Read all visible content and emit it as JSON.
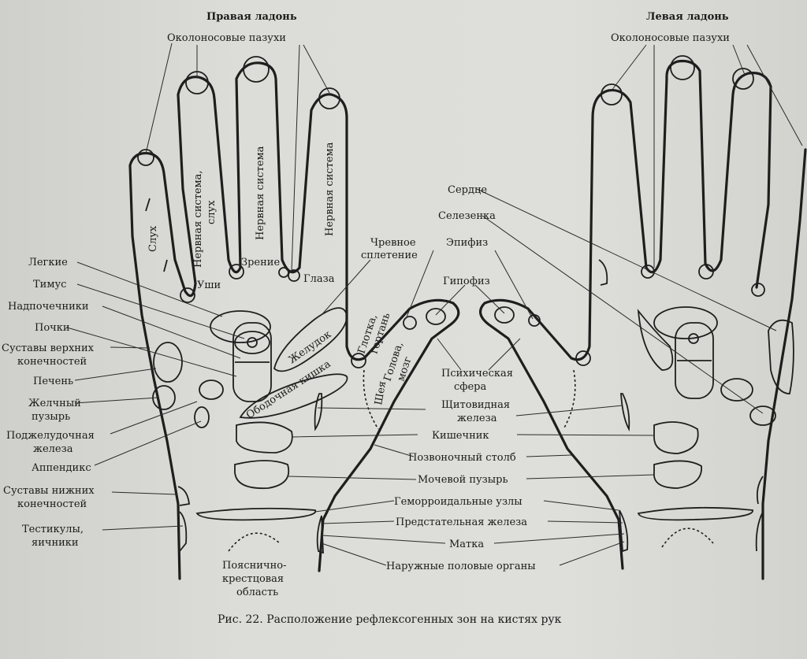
{
  "headings": {
    "right_palm": "Правая ладонь",
    "left_palm": "Левая ладонь"
  },
  "labels": {
    "sinuses": "Околоносовые пазухи",
    "hearing": "Слух",
    "nervous_hearing_1": "Нервная система,",
    "nervous_hearing_2": "слух",
    "nervous_1": "Нервная система",
    "nervous_2": "Нервная система",
    "ears": "Уши",
    "vision": "Зрение",
    "eyes": "Глаза",
    "solar_1": "Чревное",
    "solar_2": "сплетение",
    "lungs": "Легкие",
    "thymus": "Тимус",
    "adrenals": "Надпочечники",
    "kidneys": "Почки",
    "upper_joints_1": "Суставы верхних",
    "upper_joints_2": "конечностей",
    "liver": "Печень",
    "gallbladder_1": "Желчный",
    "gallbladder_2": "пузырь",
    "pancreas_1": "Поджелудочная",
    "pancreas_2": "железа",
    "appendix": "Аппендикс",
    "lower_joints_1": "Суставы нижних",
    "lower_joints_2": "конечностей",
    "gonads_1": "Тестикулы,",
    "gonads_2": "яичники",
    "stomach": "Желудок",
    "colon": "Ободочная кишка",
    "throat_1": "Глотка,",
    "throat_2": "гортань",
    "head_1": "Голова,",
    "head_2": "мозг",
    "neck": "Шея",
    "heart": "Сердце",
    "spleen": "Селезенка",
    "pineal": "Эпифиз",
    "pituitary": "Гипофиз",
    "psyche_1": "Психическая",
    "psyche_2": "сфера",
    "thyroid_1": "Щитовидная",
    "thyroid_2": "железа",
    "intestine": "Кишечник",
    "spine": "Позвоночный столб",
    "bladder": "Мочевой пузырь",
    "hemorrhoids": "Геморроидальные узлы",
    "prostate": "Предстательная железа",
    "uterus": "Матка",
    "genitals": "Наружные половые органы",
    "lumbar_1": "Пояснично-",
    "lumbar_2": "крестцовая",
    "lumbar_3": "область"
  },
  "caption": "Рис. 22. Расположение рефлексогенных зон на кистях рук"
}
